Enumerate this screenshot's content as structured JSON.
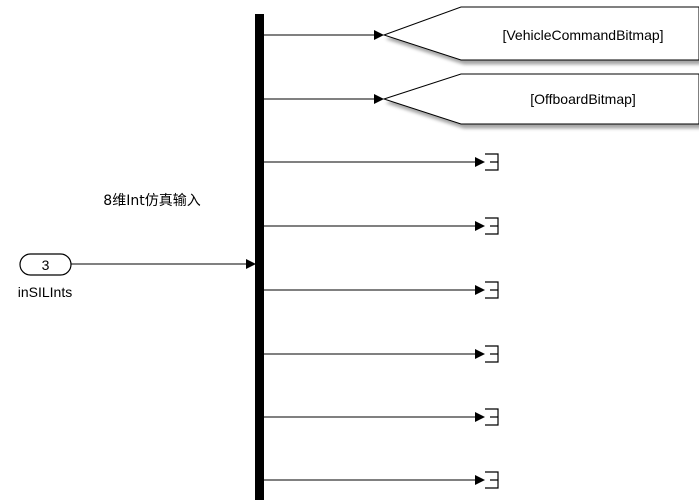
{
  "inport": {
    "number": "3",
    "name": "inSILInts"
  },
  "signal": {
    "label": "8维Int仿真输入"
  },
  "goto_tags": [
    "[VehicleCommandBitmap]",
    "[OffboardBitmap]"
  ],
  "terminator_count": 6,
  "colors": {
    "line": "#000000",
    "background": "#ffffff"
  }
}
